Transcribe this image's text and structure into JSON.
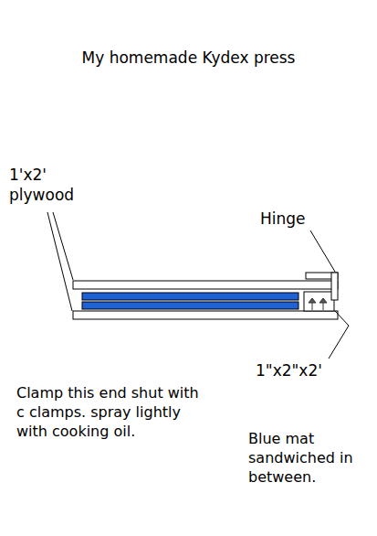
{
  "diagram": {
    "title": "My homemade Kydex press",
    "labels": [
      "1'x2' plywood",
      "Hinge",
      "1\"x2\"x2'",
      "Clamp this end shut with c clamps. spray lightly with cooking oil.",
      "Blue mat sandwiched in between."
    ]
  }
}
